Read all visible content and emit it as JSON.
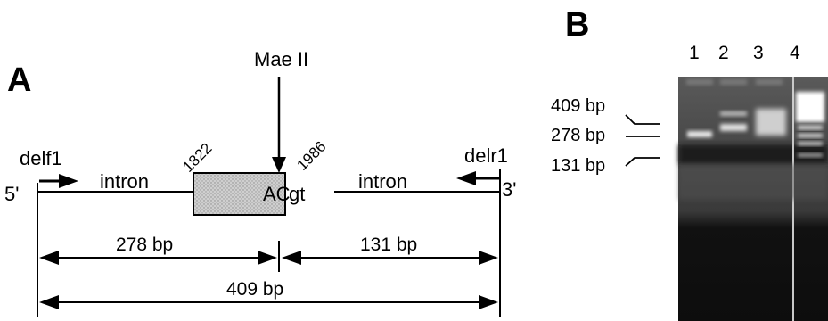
{
  "panel_a": {
    "letter": "A",
    "enzyme": "Mae II",
    "five_prime": "5'",
    "three_prime": "3'",
    "fwd_primer": "delf1",
    "rev_primer": "delr1",
    "intron_left": "intron",
    "intron_right": "intron",
    "exon_start": "1822",
    "exon_end": "1986",
    "exon_tail": "AC",
    "splice_site": "gt",
    "seg_left": "278 bp",
    "seg_right": "131 bp",
    "seg_total": "409 bp"
  },
  "panel_b": {
    "letter": "B",
    "lanes": [
      "1",
      "2",
      "3",
      "4"
    ],
    "markers": [
      "409 bp",
      "278 bp",
      "131 bp"
    ]
  }
}
